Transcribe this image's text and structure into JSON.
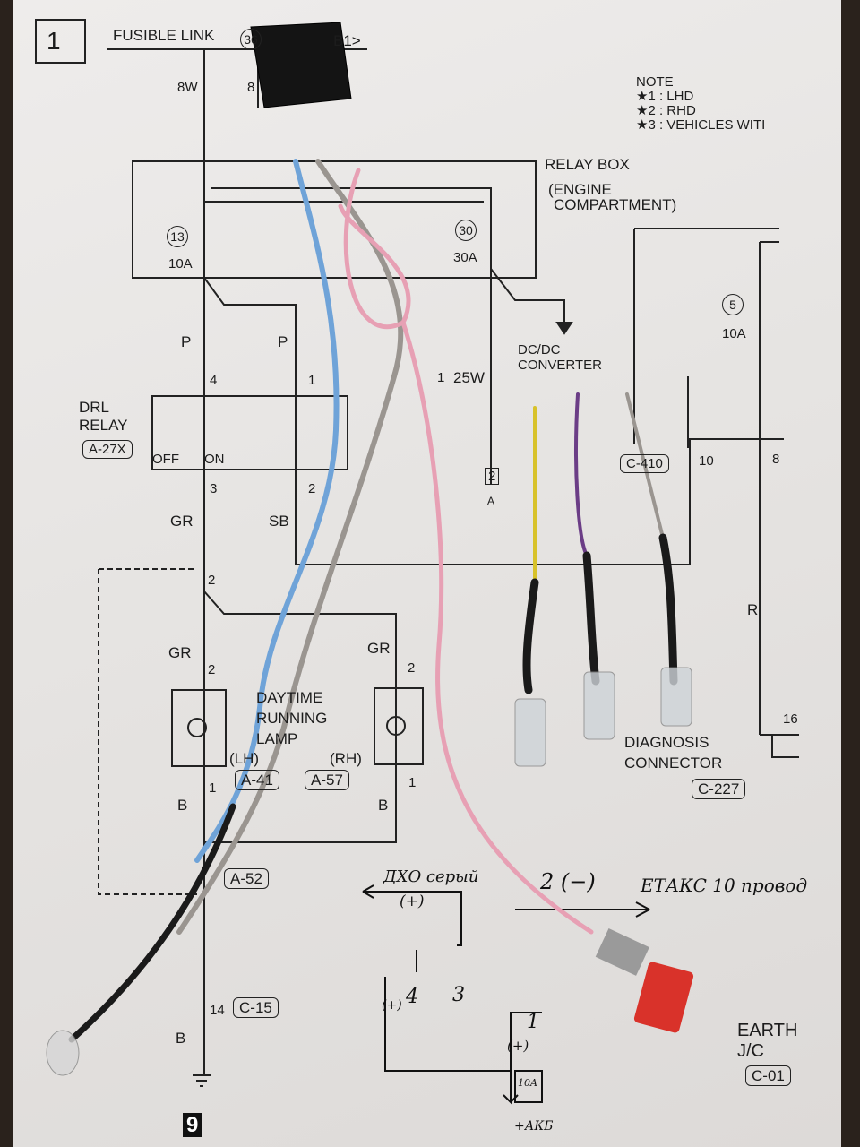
{
  "header": {
    "page_number": "1",
    "fusible_link": "FUSIBLE LINK",
    "fusible_num": "36",
    "ref_tail": "B1>",
    "wire_8w": "8W",
    "wire_8": "8"
  },
  "note": {
    "title": "NOTE",
    "items": [
      "★1 : LHD",
      "★2 : RHD",
      "★3 : VEHICLES WITI"
    ]
  },
  "relay_box": {
    "title": "RELAY BOX",
    "sub1": "(ENGINE",
    "sub2": "COMPARTMENT)",
    "fuse13": "13",
    "fuse13_rating": "10A",
    "fuse30": "30",
    "fuse30_rating": "30A"
  },
  "dcdc": {
    "label1": "DC/DC",
    "label2": "CONVERTER"
  },
  "drl_relay": {
    "label1": "DRL",
    "label2": "RELAY",
    "code": "A-27X",
    "off": "OFF",
    "on": "ON",
    "pin4": "4",
    "pin1": "1",
    "pin3": "3",
    "pin2": "2",
    "wire_p1": "P",
    "wire_p2": "P",
    "wire_gr": "GR",
    "wire_sb": "SB"
  },
  "misc": {
    "pin1_25w": "1",
    "w25": "25W",
    "conn_a_num": "2",
    "conn_a": "A",
    "c410": "C-410",
    "pin10": "10",
    "pin8": "8",
    "fuse5": "5",
    "fuse5_rating": "10A",
    "wire_r": "R",
    "pin16": "16"
  },
  "lamps": {
    "split_pin": "2",
    "gr_left": "GR",
    "gr_right": "GR",
    "pin2_left": "2",
    "pin2_right": "2",
    "title1": "DAYTIME",
    "title2": "RUNNING",
    "title3": "LAMP",
    "lh": "(LH)",
    "rh": "(RH)",
    "lh_code": "A-41",
    "rh_code": "A-57",
    "pin1_left": "1",
    "pin1_right": "1",
    "b_left": "B",
    "b_right": "B"
  },
  "ground": {
    "a52": "A-52",
    "pin14": "14",
    "c15": "C-15",
    "b": "B",
    "page_marker": "9"
  },
  "diagnosis": {
    "label1": "DIAGNOSIS",
    "label2": "CONNECTOR",
    "code": "C-227"
  },
  "earth": {
    "label1": "EARTH",
    "label2": "J/C",
    "code": "C-01"
  },
  "handwritten": {
    "drl_grey": "ДХО серый",
    "plus_top": "(+)",
    "minus2": "2 (−)",
    "etacs": "ЕТАКС 10 провод",
    "pin4": "4",
    "pin3": "3",
    "plus4": "(+)",
    "pin1": "1",
    "plus1": "(+)",
    "fuse10a": "10A",
    "battery": "+АКБ"
  },
  "colors": {
    "paper": "#e9e7e5",
    "blue_wire": "#6fa3d8",
    "grey_wire": "#9a9590",
    "pink_wire": "#e7a0b4",
    "yellow_wire": "#d8c22a",
    "purple_wire": "#6b3d86",
    "fuse_red": "#d9322a"
  }
}
